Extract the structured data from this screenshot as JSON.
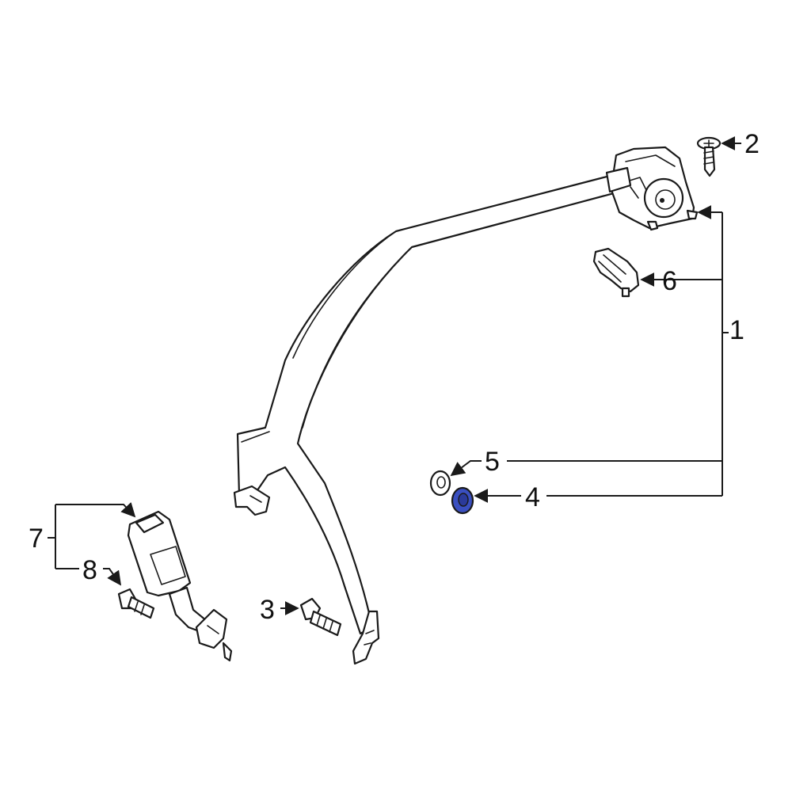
{
  "colors": {
    "line": "#1a1a1a",
    "background": "#ffffff",
    "highlight": "#3a4fc0"
  },
  "callouts": {
    "c1": "1",
    "c2": "2",
    "c3": "3",
    "c4": "4",
    "c5": "5",
    "c6": "6",
    "c7": "7",
    "c8": "8"
  }
}
